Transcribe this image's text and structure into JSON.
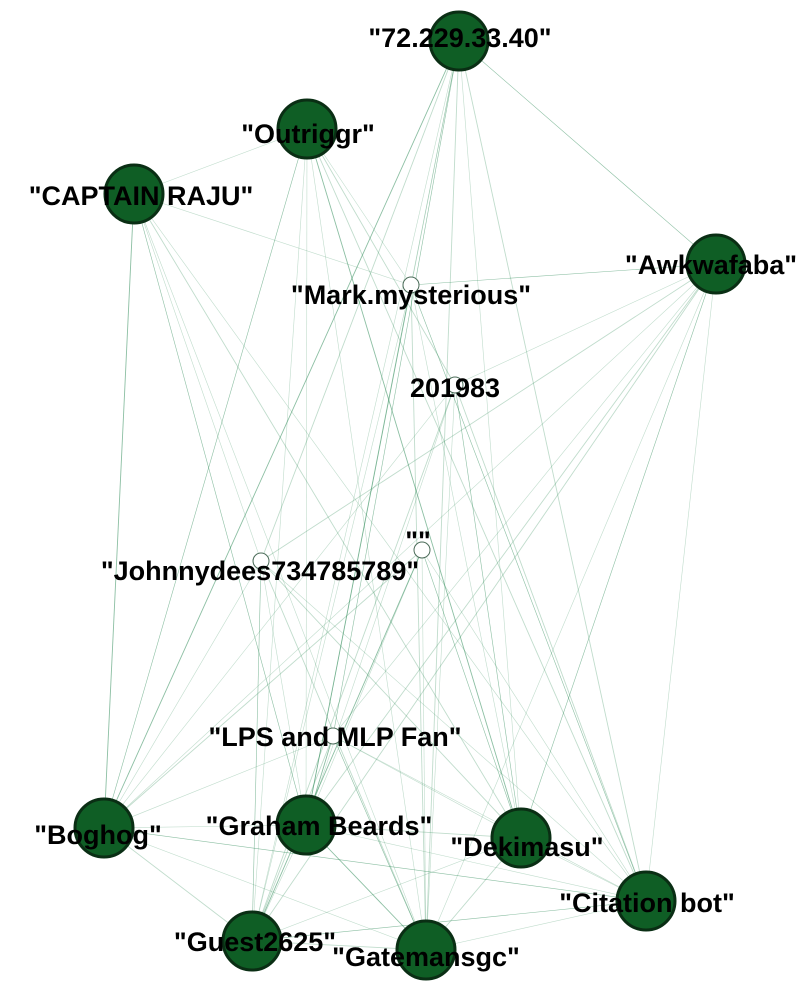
{
  "colors": {
    "large_node_fill": "#0f5e25",
    "large_node_stroke": "#0a2e14",
    "small_node_fill": "#ffffff",
    "small_node_stroke": "#4a6b58",
    "edge": "#2e8b57",
    "background": "#ffffff"
  },
  "nodes": [
    {
      "id": "n0",
      "label": "\"72.229.33.40\"",
      "kind": "large"
    },
    {
      "id": "n1",
      "label": "\"Outriggr\"",
      "kind": "large"
    },
    {
      "id": "n2",
      "label": "\"CAPTAIN RAJU\"",
      "kind": "large"
    },
    {
      "id": "n3",
      "label": "\"Awkwafaba\"",
      "kind": "large"
    },
    {
      "id": "n4",
      "label": "\"Mark.mysterious\"",
      "kind": "small"
    },
    {
      "id": "n5",
      "label": "201983",
      "kind": "small"
    },
    {
      "id": "n6",
      "label": "\"\"",
      "kind": "small"
    },
    {
      "id": "n7",
      "label": "\"Johnnydees734785789\"",
      "kind": "small"
    },
    {
      "id": "n8",
      "label": "\"LPS and MLP Fan\"",
      "kind": "small"
    },
    {
      "id": "n9",
      "label": "\"Boghog\"",
      "kind": "large"
    },
    {
      "id": "n10",
      "label": "\"Graham Beards\"",
      "kind": "large"
    },
    {
      "id": "n11",
      "label": "\"Dekimasu\"",
      "kind": "large"
    },
    {
      "id": "n12",
      "label": "\"Citation bot\"",
      "kind": "large"
    },
    {
      "id": "n13",
      "label": "\"Guest2625\"",
      "kind": "large"
    },
    {
      "id": "n14",
      "label": "\"Gatemansgc\"",
      "kind": "large"
    }
  ],
  "edges": [
    [
      "n0",
      "n9"
    ],
    [
      "n0",
      "n10"
    ],
    [
      "n0",
      "n13"
    ],
    [
      "n0",
      "n7"
    ],
    [
      "n0",
      "n8"
    ],
    [
      "n0",
      "n11"
    ],
    [
      "n0",
      "n14"
    ],
    [
      "n0",
      "n4"
    ],
    [
      "n0",
      "n3"
    ],
    [
      "n0",
      "n12"
    ],
    [
      "n1",
      "n2"
    ],
    [
      "n1",
      "n10"
    ],
    [
      "n1",
      "n11"
    ],
    [
      "n1",
      "n13"
    ],
    [
      "n1",
      "n14"
    ],
    [
      "n1",
      "n12"
    ],
    [
      "n1",
      "n9"
    ],
    [
      "n1",
      "n4"
    ],
    [
      "n1",
      "n5"
    ],
    [
      "n2",
      "n14"
    ],
    [
      "n2",
      "n10"
    ],
    [
      "n2",
      "n11"
    ],
    [
      "n2",
      "n7"
    ],
    [
      "n2",
      "n4"
    ],
    [
      "n2",
      "n9"
    ],
    [
      "n2",
      "n12"
    ],
    [
      "n3",
      "n9"
    ],
    [
      "n3",
      "n10"
    ],
    [
      "n3",
      "n11"
    ],
    [
      "n3",
      "n12"
    ],
    [
      "n3",
      "n13"
    ],
    [
      "n3",
      "n14"
    ],
    [
      "n3",
      "n4"
    ],
    [
      "n3",
      "n7"
    ],
    [
      "n3",
      "n8"
    ],
    [
      "n3",
      "n5"
    ],
    [
      "n4",
      "n10"
    ],
    [
      "n4",
      "n11"
    ],
    [
      "n4",
      "n13"
    ],
    [
      "n4",
      "n14"
    ],
    [
      "n4",
      "n12"
    ],
    [
      "n5",
      "n10"
    ],
    [
      "n5",
      "n13"
    ],
    [
      "n5",
      "n14"
    ],
    [
      "n5",
      "n11"
    ],
    [
      "n5",
      "n12"
    ],
    [
      "n5",
      "n9"
    ],
    [
      "n6",
      "n10"
    ],
    [
      "n6",
      "n13"
    ],
    [
      "n6",
      "n14"
    ],
    [
      "n6",
      "n12"
    ],
    [
      "n6",
      "n9"
    ],
    [
      "n6",
      "n11"
    ],
    [
      "n7",
      "n10"
    ],
    [
      "n7",
      "n11"
    ],
    [
      "n7",
      "n12"
    ],
    [
      "n7",
      "n13"
    ],
    [
      "n7",
      "n14"
    ],
    [
      "n7",
      "n9"
    ],
    [
      "n8",
      "n9"
    ],
    [
      "n8",
      "n10"
    ],
    [
      "n8",
      "n11"
    ],
    [
      "n8",
      "n12"
    ],
    [
      "n8",
      "n13"
    ],
    [
      "n8",
      "n14"
    ],
    [
      "n9",
      "n10"
    ],
    [
      "n9",
      "n13"
    ],
    [
      "n9",
      "n14"
    ],
    [
      "n9",
      "n12"
    ],
    [
      "n10",
      "n11"
    ],
    [
      "n10",
      "n12"
    ],
    [
      "n10",
      "n13"
    ],
    [
      "n10",
      "n14"
    ],
    [
      "n11",
      "n12"
    ],
    [
      "n11",
      "n13"
    ],
    [
      "n11",
      "n14"
    ],
    [
      "n12",
      "n13"
    ],
    [
      "n12",
      "n14"
    ],
    [
      "n13",
      "n14"
    ]
  ]
}
